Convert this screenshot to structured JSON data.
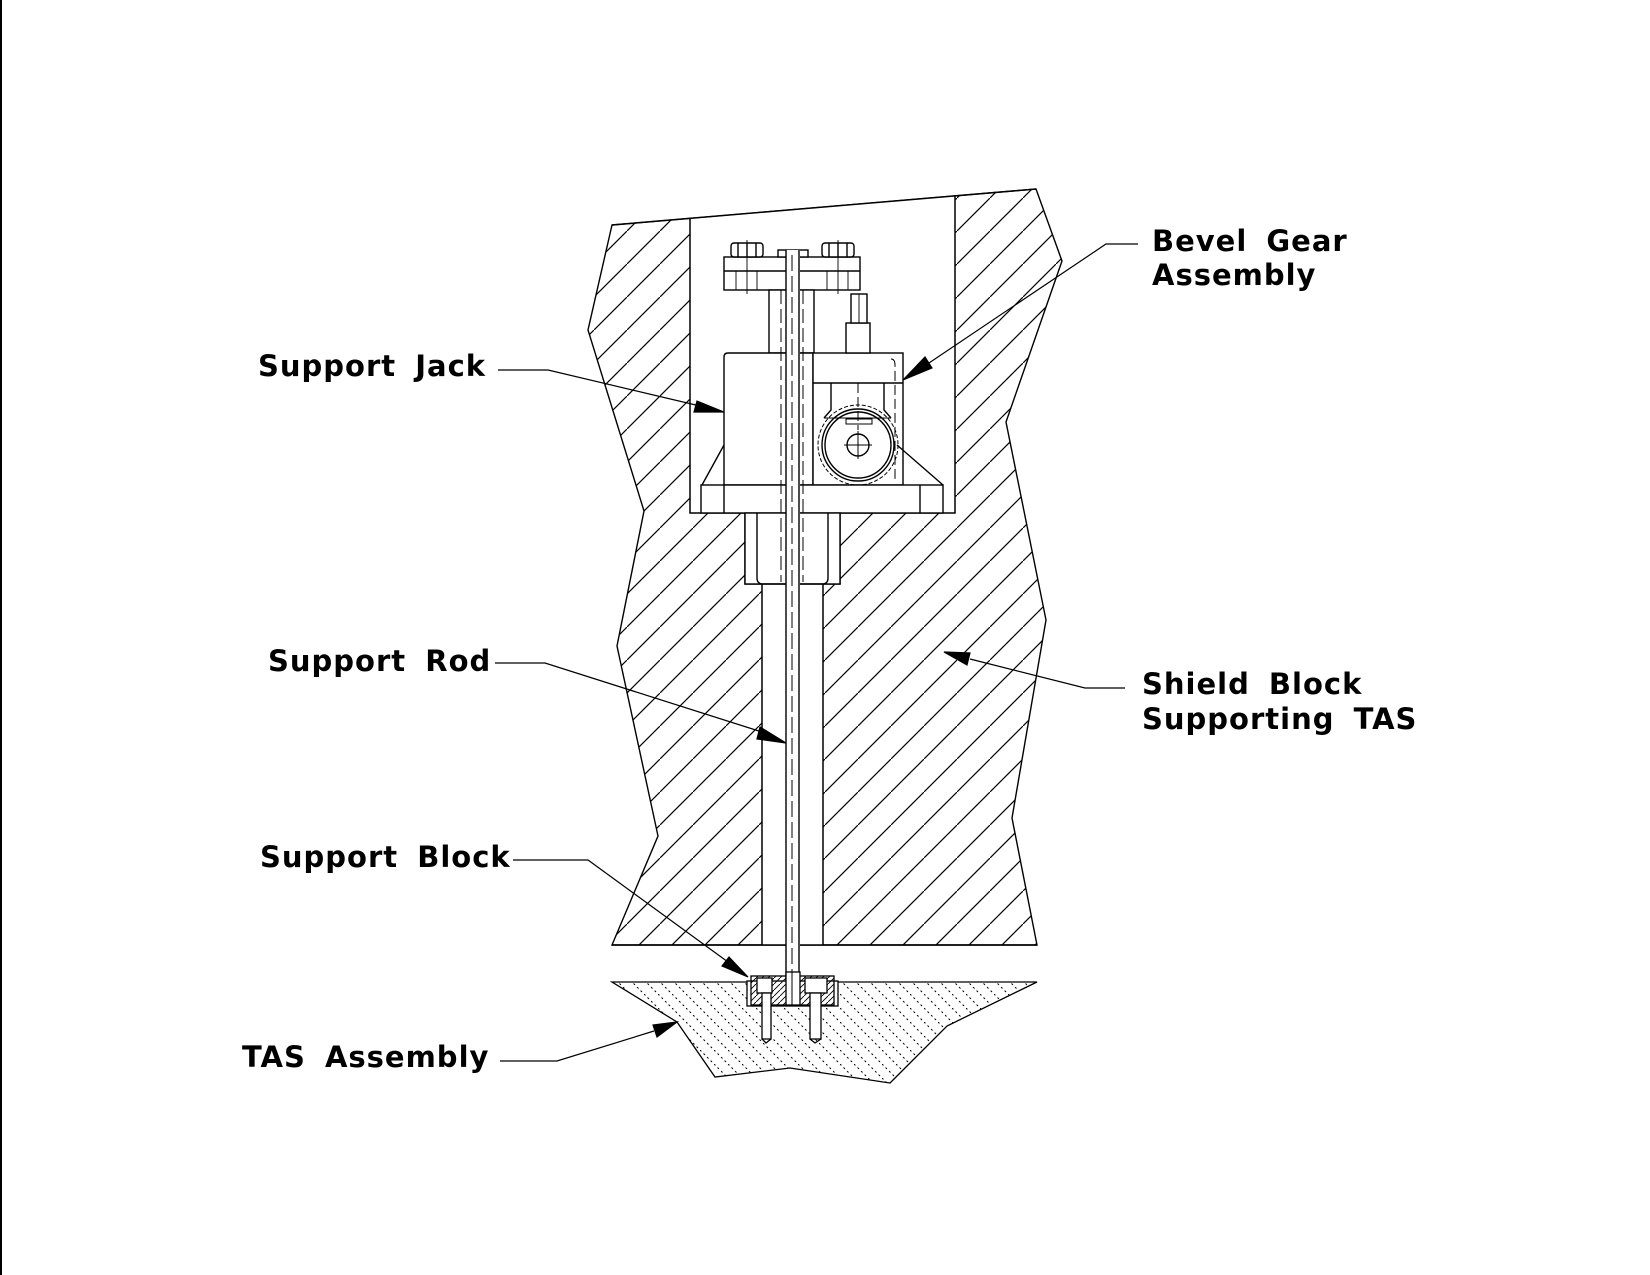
{
  "colors": {
    "ink": "#000000",
    "paper": "#ffffff"
  },
  "labels": {
    "bevel_gear_assembly": [
      "Bevel Gear",
      "Assembly"
    ],
    "support_jack": "Support Jack",
    "support_rod": "Support Rod",
    "shield_block": [
      "Shield Block",
      "Supporting TAS"
    ],
    "support_block": "Support Block",
    "tas_assembly": "TAS Assembly"
  }
}
